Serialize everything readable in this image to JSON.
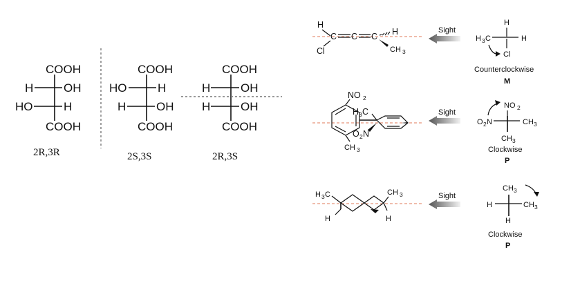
{
  "tartaric": {
    "cooh": "COOH",
    "h": "H",
    "oh": "OH",
    "ho": "HO",
    "isomers": [
      {
        "label": "2R,3R"
      },
      {
        "label": "2S,3S"
      },
      {
        "label": "2R,3S"
      }
    ]
  },
  "sight": "Sight",
  "allene": {
    "h": "H",
    "c": "C",
    "cl": "Cl",
    "ch3": "CH",
    "sub3": "3",
    "newman_h3c": "H",
    "newman_h3c_c": "C",
    "newman_h": "H",
    "newman_cl": "Cl",
    "direction": "Counterclockwise",
    "descriptor": "M"
  },
  "biphenyl": {
    "no2": "NO",
    "sub2": "2",
    "h3c": "H",
    "h3c_c": "C",
    "o2n": "O",
    "o2n_n": "N",
    "ch3": "CH",
    "sub3": "3",
    "newman_no2": "NO",
    "newman_o2n": "O",
    "newman_o2n_n": "N",
    "newman_ch3": "CH",
    "direction": "Clockwise",
    "descriptor": "P"
  },
  "spiro": {
    "h3c": "H",
    "h3c_c": "C",
    "ch3": "CH",
    "sub3": "3",
    "h": "H",
    "newman_ch3": "CH",
    "newman_h": "H",
    "direction": "Clockwise",
    "descriptor": "P"
  }
}
